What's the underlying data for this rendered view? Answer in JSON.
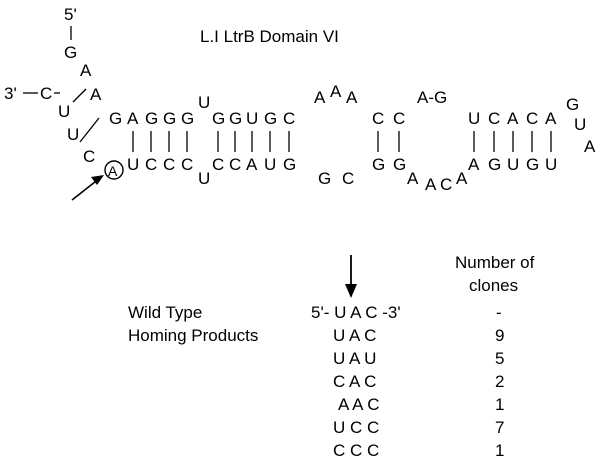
{
  "title": "L.I LtrB Domain VI",
  "stem_loop": {
    "five_prime": "5'",
    "three_prime": "3'",
    "top_strand": {
      "gagg": [
        "G",
        "A",
        "G",
        "G",
        "G"
      ],
      "u1": "U",
      "gg": [
        "G",
        "G"
      ],
      "u2": "U",
      "gc": [
        "G",
        "C"
      ],
      "aaa": [
        "A",
        "A",
        "A"
      ],
      "cc": [
        "C",
        "C"
      ],
      "ag": "A-G",
      "ucacag": [
        "U",
        "C",
        "A",
        "C",
        "A",
        "G"
      ],
      "tip": [
        "U",
        "A"
      ]
    },
    "bottom_strand": {
      "uccc": [
        "U",
        "C",
        "C",
        "C"
      ],
      "u1": "U",
      "ccaug": [
        "C",
        "C",
        "A",
        "U",
        "G"
      ],
      "gc": [
        "G",
        "C"
      ],
      "gg": [
        "G",
        "G"
      ],
      "aaca": [
        "A",
        "A",
        "C",
        "A"
      ],
      "agugu": [
        "A",
        "G",
        "U",
        "G",
        "U"
      ]
    },
    "branch": {
      "g": "G",
      "a_top": "A",
      "a2": "A",
      "c_left": "C",
      "u_left": "U",
      "u_low": "U",
      "c_low": "C",
      "a_circled": "A"
    }
  },
  "table": {
    "header": [
      "Number of",
      "clones"
    ],
    "rows": [
      {
        "label": "Wild Type",
        "seq": "5'- U A C -3'",
        "count": "-"
      },
      {
        "label": "Homing Products",
        "seq": "U A C",
        "count": "9"
      },
      {
        "label": "",
        "seq": "U A U",
        "count": "5"
      },
      {
        "label": "",
        "seq": "C A C",
        "count": "2"
      },
      {
        "label": "",
        "seq": "A A C",
        "count": "1"
      },
      {
        "label": "",
        "seq": "U C C",
        "count": "7"
      },
      {
        "label": "",
        "seq": "C C C",
        "count": "1"
      }
    ]
  }
}
